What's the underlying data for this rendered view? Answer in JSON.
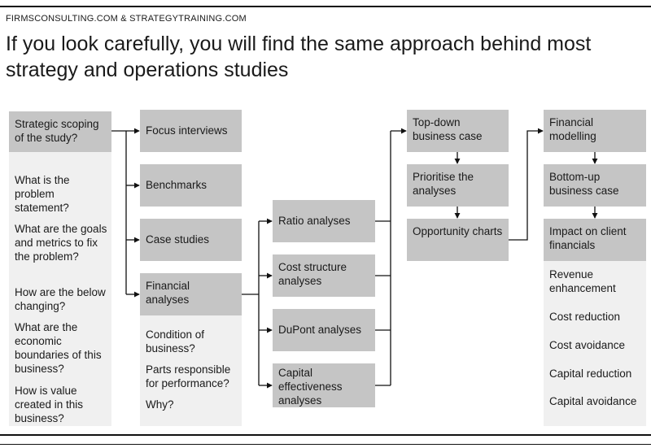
{
  "header": {
    "brand": "FIRMSCONSULTING.COM & STRATEGYTRAINING.COM",
    "title": "If you look carefully, you will find the same approach behind most strategy and operations studies"
  },
  "col1": {
    "box": "Strategic scoping of the study?",
    "questions": [
      "What is the problem statement?",
      "What are the goals and metrics to fix the problem?",
      "How are the below changing?",
      "What are the economic boundaries of this business?",
      "How is value created in this business?"
    ]
  },
  "col2": {
    "boxes": [
      "Focus interviews",
      "Benchmarks",
      "Case studies",
      "Financial analyses"
    ],
    "questions": [
      "Condition of business?",
      "Parts responsible for performance?",
      "Why?"
    ]
  },
  "col3": {
    "boxes": [
      "Ratio analyses",
      "Cost structure analyses",
      "DuPont analyses",
      "Capital effectiveness analyses"
    ]
  },
  "col4": {
    "boxes": [
      "Top-down business case",
      "Prioritise the analyses",
      "Opportunity charts"
    ]
  },
  "col5": {
    "boxes": [
      "Financial modelling",
      "Bottom-up business case",
      "Impact on client financials"
    ],
    "items": [
      "Revenue enhancement",
      "Cost reduction",
      "Cost avoidance",
      "Capital reduction",
      "Capital avoidance"
    ]
  }
}
